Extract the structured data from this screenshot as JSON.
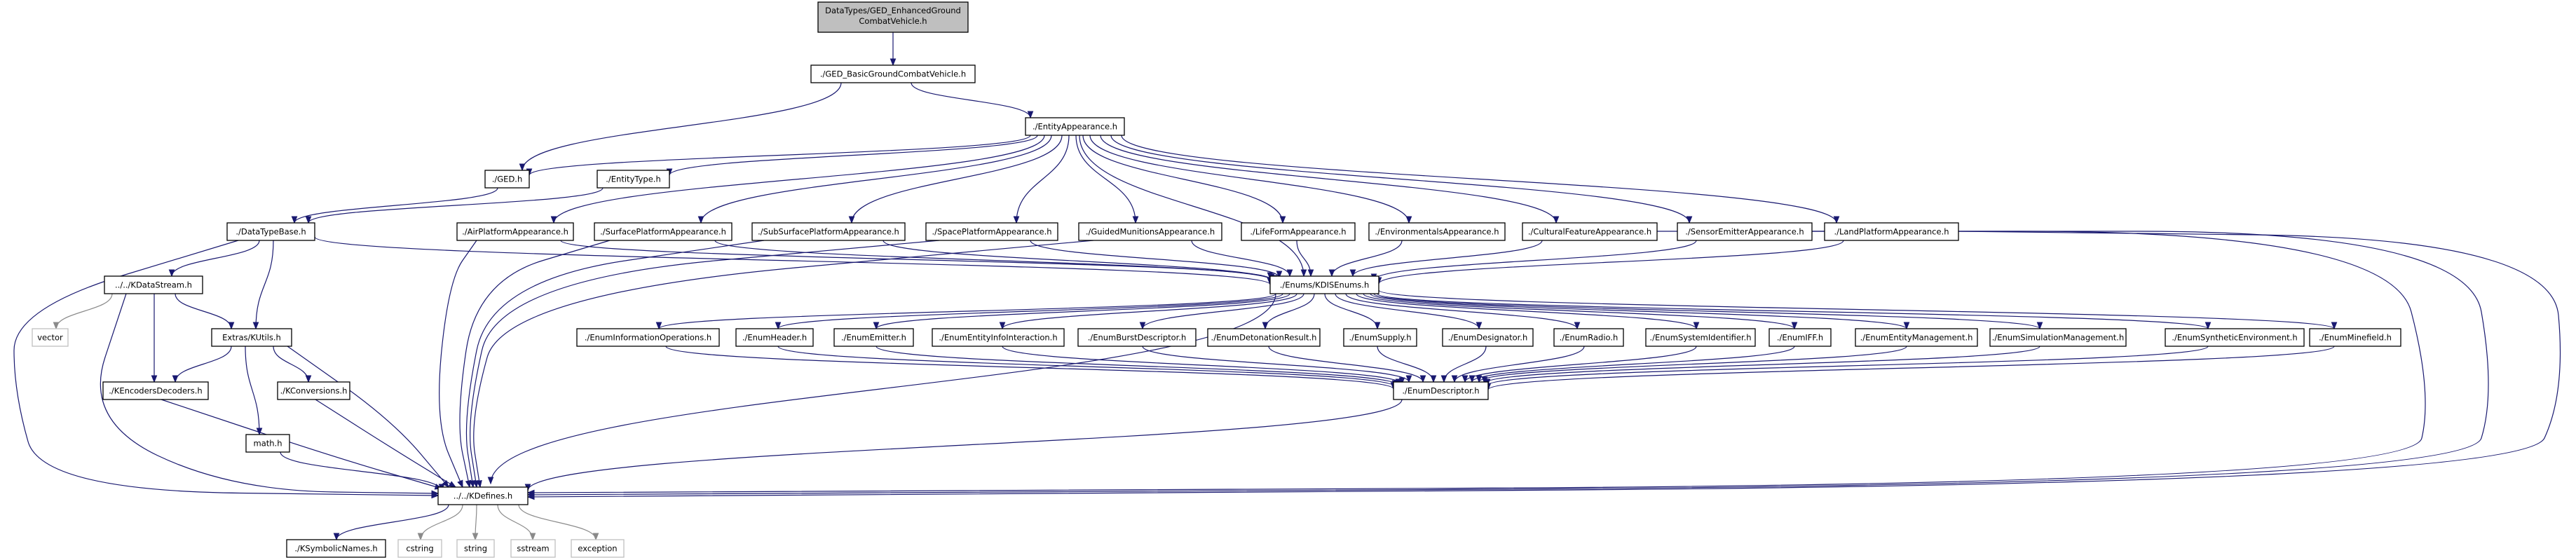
{
  "diagram": {
    "nodes": {
      "root": [
        "DataTypes/GED_EnhancedGround",
        "CombatVehicle.h"
      ],
      "basic": "./GED_BasicGroundCombatVehicle.h",
      "entity_appearance": "./EntityAppearance.h",
      "ged": "./GED.h",
      "entity_type": "./EntityType.h",
      "data_type_base": "./DataTypeBase.h",
      "air_platform": "./AirPlatformAppearance.h",
      "surface_platform": "./SurfacePlatformAppearance.h",
      "subsurface_platform": "./SubSurfacePlatformAppearance.h",
      "space_platform": "./SpacePlatformAppearance.h",
      "guided_munitions": "./GuidedMunitionsAppearance.h",
      "lifeform": "./LifeFormAppearance.h",
      "environmentals": "./EnvironmentalsAppearance.h",
      "cultural_feature": "./CulturalFeatureAppearance.h",
      "sensor_emitter": "./SensorEmitterAppearance.h",
      "land_platform": "./LandPlatformAppearance.h",
      "kdatastream": "../../KDataStream.h",
      "kdisenums": "./Enums/KDISEnums.h",
      "vector": "vector",
      "kutils": "Extras/KUtils.h",
      "enum_info_ops": "./EnumInformationOperations.h",
      "enum_header": "./EnumHeader.h",
      "enum_emitter": "./EnumEmitter.h",
      "enum_entity_info": "./EnumEntityInfoInteraction.h",
      "enum_burst": "./EnumBurstDescriptor.h",
      "enum_detonation": "./EnumDetonationResult.h",
      "enum_supply": "./EnumSupply.h",
      "enum_designator": "./EnumDesignator.h",
      "enum_radio": "./EnumRadio.h",
      "enum_system_id": "./EnumSystemIdentifier.h",
      "enum_iff": "./EnumIFF.h",
      "enum_entity_mgmt": "./EnumEntityManagement.h",
      "enum_sim_mgmt": "./EnumSimulationManagement.h",
      "enum_synthetic_env": "./EnumSyntheticEnvironment.h",
      "enum_minefield": "./EnumMinefield.h",
      "kencoders": "./KEncodersDecoders.h",
      "kconversions": "./KConversions.h",
      "enum_descriptor": "./EnumDescriptor.h",
      "math": "math.h",
      "kdefines": "../../KDefines.h",
      "ksymbolic": "./KSymbolicNames.h",
      "cstring": "cstring",
      "string": "string",
      "sstream": "sstream",
      "exception": "exception"
    }
  }
}
